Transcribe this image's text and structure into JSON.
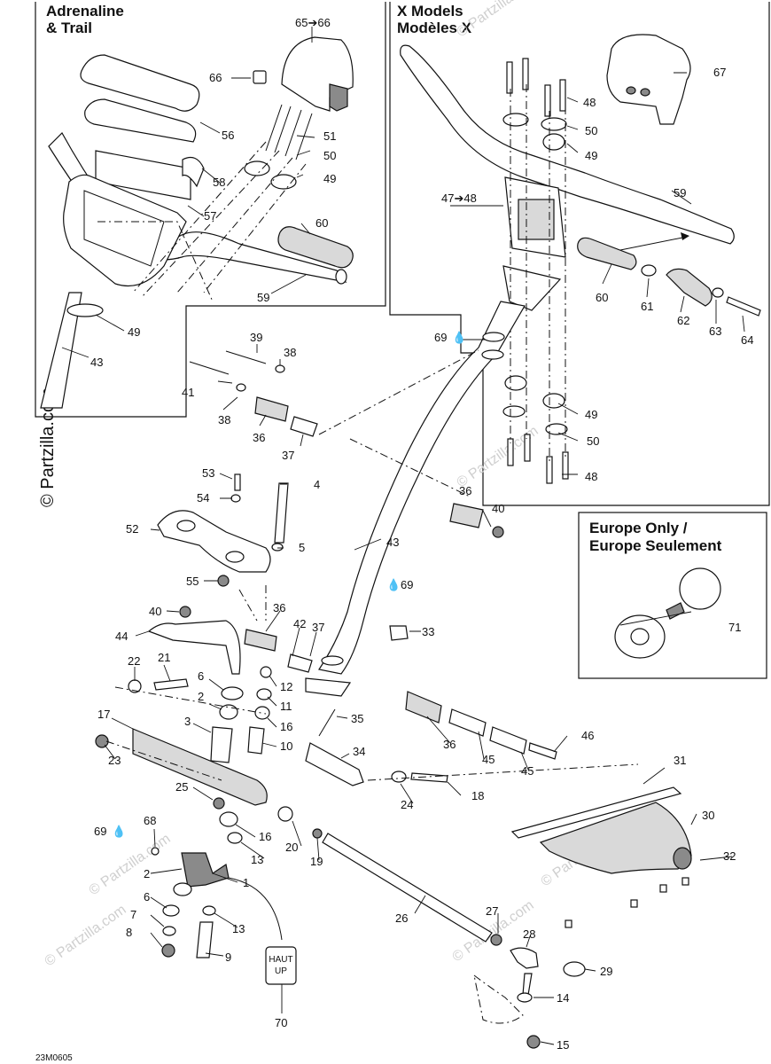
{
  "panels": {
    "adrenaline_title_line1": "Adrenaline",
    "adrenaline_title_line2": "& Trail",
    "xmodels_title_line1": "X Models",
    "xmodels_title_line2": "Modèles X",
    "europe_title_line1": "Europe Only /",
    "europe_title_line2": "Europe Seulement"
  },
  "watermark": {
    "vertical": "© Partzilla.com",
    "faint": "© Partzilla.com"
  },
  "diagram_code": "23M0605",
  "label_70": {
    "line1": "HAUT",
    "line2": "UP"
  },
  "callouts": {
    "c_65_66": "65➔66",
    "c_66": "66",
    "c_56": "56",
    "c_51": "51",
    "c_50a": "50",
    "c_49a": "49",
    "c_58": "58",
    "c_57": "57",
    "c_60a": "60",
    "c_59a": "59",
    "c_49b": "49",
    "c_43a": "43",
    "c_67": "67",
    "c_48a": "48",
    "c_50b": "50",
    "c_49c": "49",
    "c_47_48": "47➔48",
    "c_59b": "59",
    "c_60b": "60",
    "c_61": "61",
    "c_62": "62",
    "c_63": "63",
    "c_64": "64",
    "c_69a": "69",
    "c_39": "39",
    "c_38a": "38",
    "c_41": "41",
    "c_38b": "38",
    "c_36a": "36",
    "c_37a": "37",
    "c_49d": "49",
    "c_50c": "50",
    "c_48b": "48",
    "c_53": "53",
    "c_4": "4",
    "c_54": "54",
    "c_52": "52",
    "c_5": "5",
    "c_55": "55",
    "c_36b": "36",
    "c_40a": "40",
    "c_43b": "43",
    "c_69b": "69",
    "c_71": "71",
    "c_40b": "40",
    "c_36c": "36",
    "c_44": "44",
    "c_42": "42",
    "c_37b": "37",
    "c_33": "33",
    "c_22": "22",
    "c_21": "21",
    "c_6a": "6",
    "c_12": "12",
    "c_2a": "2",
    "c_11": "11",
    "c_17": "17",
    "c_3": "3",
    "c_16a": "16",
    "c_35": "35",
    "c_10": "10",
    "c_46": "46",
    "c_23": "23",
    "c_36d": "36",
    "c_45a": "45",
    "c_34": "34",
    "c_45b": "45",
    "c_31": "31",
    "c_25": "25",
    "c_18": "18",
    "c_24": "24",
    "c_30": "30",
    "c_68": "68",
    "c_69c": "69",
    "c_16b": "16",
    "c_20": "20",
    "c_13a": "13",
    "c_19": "19",
    "c_32": "32",
    "c_2b": "2",
    "c_1": "1",
    "c_6b": "6",
    "c_26": "26",
    "c_7": "7",
    "c_13b": "13",
    "c_27": "27",
    "c_28": "28",
    "c_8": "8",
    "c_9": "9",
    "c_29": "29",
    "c_14": "14",
    "c_70": "70",
    "c_15": "15"
  }
}
